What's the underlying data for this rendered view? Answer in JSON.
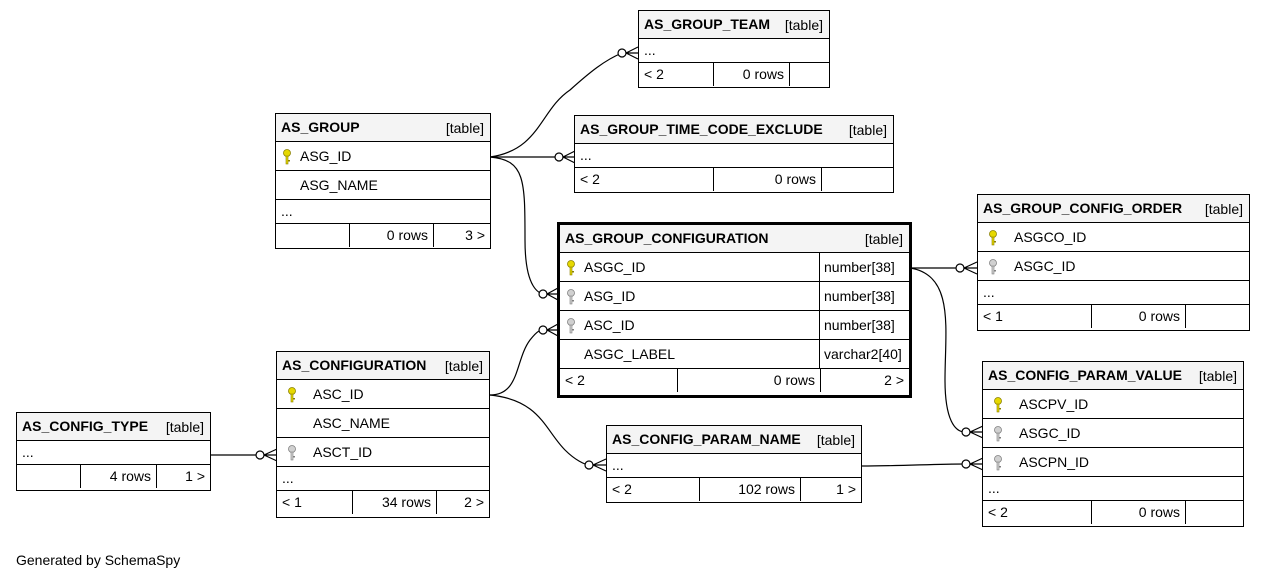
{
  "tables": {
    "as_group_team": {
      "name": "AS_GROUP_TEAM",
      "tag": "[table]",
      "ellipsis": "...",
      "parents": "< 2",
      "rows": "0 rows",
      "children": ""
    },
    "as_group": {
      "name": "AS_GROUP",
      "tag": "[table]",
      "columns": [
        "ASG_ID",
        "ASG_NAME"
      ],
      "ellipsis": "...",
      "parents": "",
      "rows": "0 rows",
      "children": "3 >"
    },
    "as_group_time_code_exclude": {
      "name": "AS_GROUP_TIME_CODE_EXCLUDE",
      "tag": "[table]",
      "ellipsis": "...",
      "parents": "< 2",
      "rows": "0 rows",
      "children": ""
    },
    "as_group_configuration": {
      "name": "AS_GROUP_CONFIGURATION",
      "tag": "[table]",
      "columns": [
        {
          "name": "ASGC_ID",
          "type": "number[38]"
        },
        {
          "name": "ASG_ID",
          "type": "number[38]"
        },
        {
          "name": "ASC_ID",
          "type": "number[38]"
        },
        {
          "name": "ASGC_LABEL",
          "type": "varchar2[40]"
        }
      ],
      "parents": "< 2",
      "rows": "0 rows",
      "children": "2 >"
    },
    "as_group_config_order": {
      "name": "AS_GROUP_CONFIG_ORDER",
      "tag": "[table]",
      "columns": [
        "ASGCO_ID",
        "ASGC_ID"
      ],
      "ellipsis": "...",
      "parents": "< 1",
      "rows": "0 rows",
      "children": ""
    },
    "as_configuration": {
      "name": "AS_CONFIGURATION",
      "tag": "[table]",
      "columns": [
        "ASC_ID",
        "ASC_NAME",
        "ASCT_ID"
      ],
      "ellipsis": "...",
      "parents": "< 1",
      "rows": "34 rows",
      "children": "2 >"
    },
    "as_config_param_value": {
      "name": "AS_CONFIG_PARAM_VALUE",
      "tag": "[table]",
      "columns": [
        "ASCPV_ID",
        "ASGC_ID",
        "ASCPN_ID"
      ],
      "ellipsis": "...",
      "parents": "< 2",
      "rows": "0 rows",
      "children": ""
    },
    "as_config_type": {
      "name": "AS_CONFIG_TYPE",
      "tag": "[table]",
      "ellipsis": "...",
      "parents": "",
      "rows": "4 rows",
      "children": "1 >"
    },
    "as_config_param_name": {
      "name": "AS_CONFIG_PARAM_NAME",
      "tag": "[table]",
      "ellipsis": "...",
      "parents": "< 2",
      "rows": "102 rows",
      "children": "1 >"
    }
  },
  "colors": {
    "primary_key": "#e6d800",
    "foreign_key": "#a8a8a8",
    "header_bg": "#f4f4f4",
    "line": "#000000"
  },
  "footer": {
    "generated_by": "Generated by SchemaSpy"
  }
}
